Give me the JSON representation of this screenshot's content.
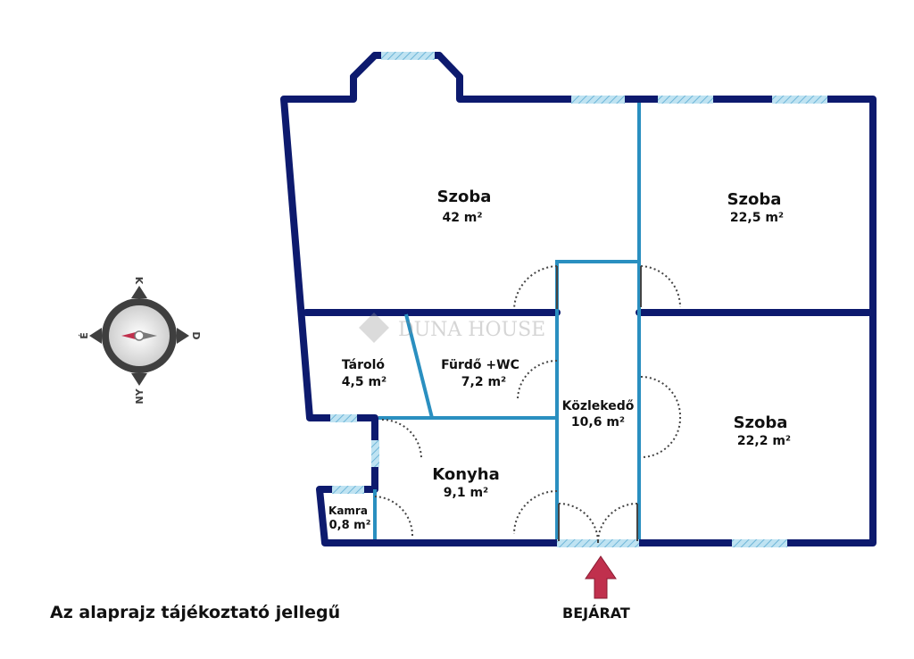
{
  "rooms": [
    {
      "name": "Szoba",
      "area": "42 m²"
    },
    {
      "name": "Szoba",
      "area": "22,5 m²"
    },
    {
      "name": "Tároló",
      "area": "4,5 m²"
    },
    {
      "name": "Fürdő +WC",
      "area": "7,2 m²"
    },
    {
      "name": "Közlekedő",
      "area": "10,6 m²"
    },
    {
      "name": "Szoba",
      "area": "22,2 m²"
    },
    {
      "name": "Konyha",
      "area": "9,1 m²"
    },
    {
      "name": "Kamra",
      "area": "0,8 m²"
    }
  ],
  "compass": {
    "north": "K",
    "south": "NY",
    "east": "D",
    "west": "É"
  },
  "watermark": "DUNA HOUSE",
  "note": "Az alaprajz tájékoztató jellegű",
  "entrance_label": "BEJÁRAT",
  "colors": {
    "outer_wall": "#0d1a6e",
    "inner_wall": "#2a8fc0",
    "window": "#9fd3ea",
    "door": "#444444",
    "arrow": "#c0304d",
    "compass_needle": "#c0304d"
  }
}
